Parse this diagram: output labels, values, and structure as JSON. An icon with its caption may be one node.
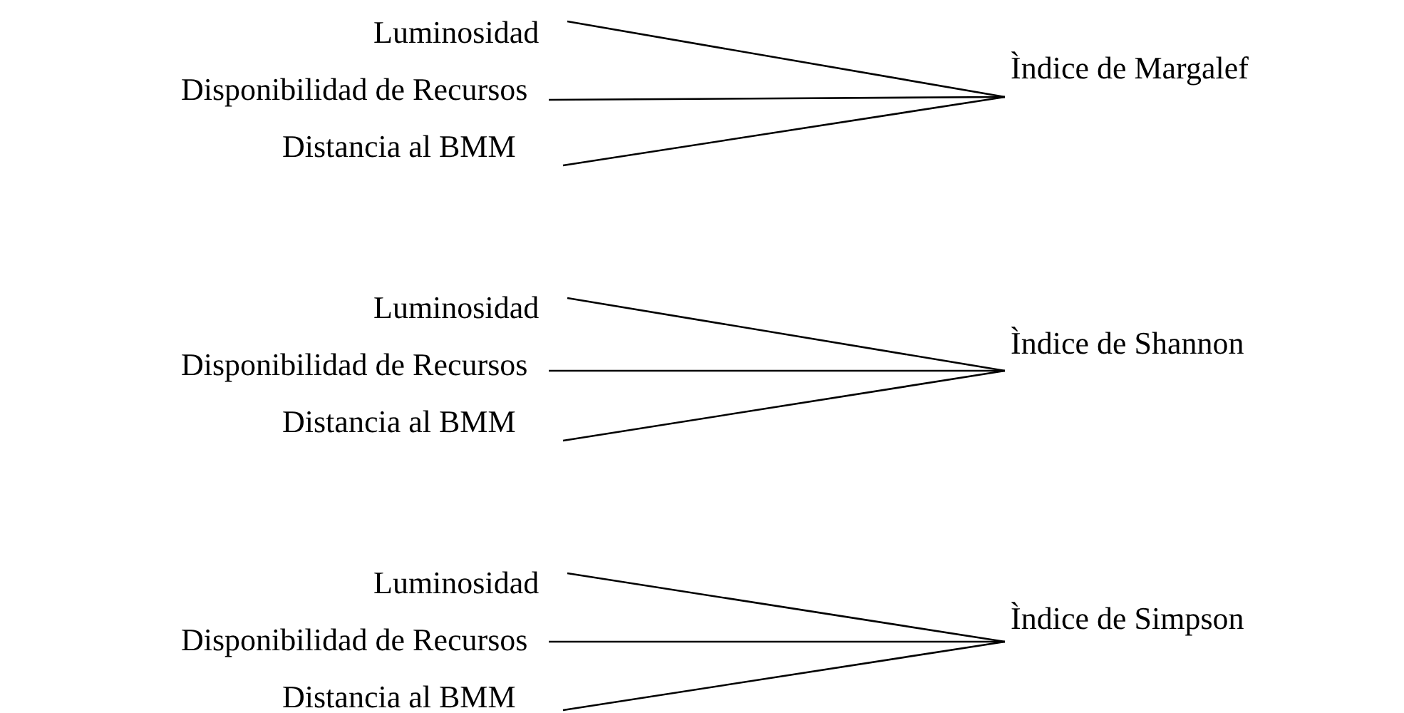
{
  "diagram": {
    "nodes": [
      {
        "text": [
          "Luminosidad"
        ]
      },
      {
        "text": [
          "Disponibilidad de Recursos"
        ]
      },
      {
        "text": [
          "Distancia al BMM"
        ]
      },
      {
        "text": [
          "Ìndice de Margalef"
        ]
      },
      {
        "text": [
          "Luminosidad"
        ]
      },
      {
        "text": [
          "Disponibilidad de Recursos"
        ]
      },
      {
        "text": [
          "Distancia al BMM"
        ]
      },
      {
        "text": [
          "Ìndice de Shannon"
        ]
      },
      {
        "text": [
          "Luminosidad"
        ]
      },
      {
        "text": [
          "Disponibilidad de Recursos"
        ]
      },
      {
        "text": [
          "Distancia al BMM"
        ]
      },
      {
        "text": [
          "Ìndice de Simpson"
        ]
      }
    ],
    "edges": [
      {
        "from": 0,
        "to": 3,
        "arrow": "none"
      },
      {
        "from": 1,
        "to": 3,
        "arrow": "none"
      },
      {
        "from": 2,
        "to": 3,
        "arrow": "none"
      },
      {
        "from": 4,
        "to": 7,
        "arrow": "none"
      },
      {
        "from": 5,
        "to": 7,
        "arrow": "none"
      },
      {
        "from": 6,
        "to": 7,
        "arrow": "none"
      },
      {
        "from": 8,
        "to": 11,
        "arrow": "none"
      },
      {
        "from": 9,
        "to": 11,
        "arrow": "none"
      },
      {
        "from": 10,
        "to": 11,
        "arrow": "none"
      }
    ]
  }
}
